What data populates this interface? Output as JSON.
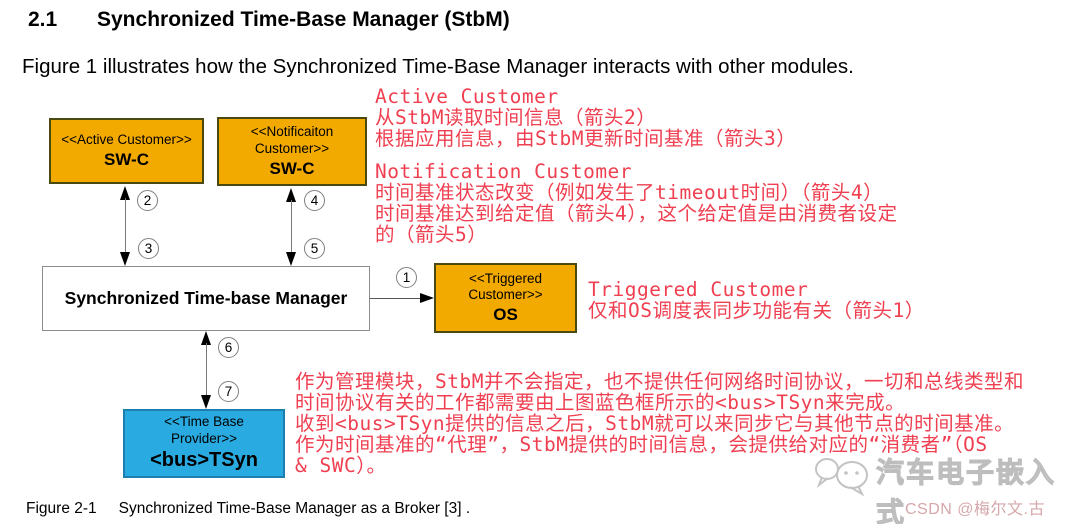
{
  "page": {
    "heading_number": "2.1",
    "heading_title": "Synchronized Time-Base Manager (StbM)",
    "intro": "Figure 1 illustrates how the Synchronized Time-Base Manager interacts with other modules.",
    "caption_label": "Figure 2-1",
    "caption_text": "Synchronized Time-Base Manager as a Broker [3] ."
  },
  "diagram": {
    "colors": {
      "customer_box": "#F2A900",
      "provider_box": "#29ABE2",
      "manager_box": "#FFFFFF",
      "annotation_red": "#EF3F50"
    },
    "boxes": {
      "active_customer": {
        "stereotype": "<<Active Customer>>",
        "name": "SW-C"
      },
      "notification_customer": {
        "stereotype_line1": "<<Notificaiton",
        "stereotype_line2": "Customer>>",
        "name": "SW-C"
      },
      "manager": {
        "name": "Synchronized Time-base Manager"
      },
      "triggered_customer": {
        "stereotype_line1": "<<Triggered",
        "stereotype_line2": "Customer>>",
        "name": "OS"
      },
      "time_base_provider": {
        "stereotype_line1": "<<Time Base",
        "stereotype_line2": "Provider>>",
        "name": "<bus>TSyn"
      }
    },
    "arrow_labels": {
      "a1": "1",
      "a2": "2",
      "a3": "3",
      "a4": "4",
      "a5": "5",
      "a6": "6",
      "a7": "7"
    }
  },
  "annotations": {
    "active": {
      "title": "Active Customer",
      "line1": "从StbM读取时间信息（箭头2）",
      "line2": "根据应用信息，由StbM更新时间基准（箭头3）"
    },
    "notification": {
      "title": "Notification Customer",
      "line1": "时间基准状态改变（例如发生了timeout时间）（箭头4）",
      "line2": "时间基准达到给定值（箭头4），这个给定值是由消费者设定",
      "line3": "的（箭头5）"
    },
    "triggered": {
      "title": "Triggered Customer",
      "line1": "仅和OS调度表同步功能有关（箭头1）"
    },
    "bottom": {
      "line1": "作为管理模块，StbM并不会指定，也不提供任何网络时间协议，一切和总线类型和",
      "line2": "时间协议有关的工作都需要由上图蓝色框所示的<bus>TSyn来完成。",
      "line3": "收到<bus>TSyn提供的信息之后，StbM就可以来同步它与其他节点的时间基准。",
      "line4": "作为时间基准的“代理”，StbM提供的时间信息，会提供给对应的“消费者”（OS",
      "line5": "& SWC）。"
    }
  },
  "watermark": {
    "brand": "汽车电子嵌入式",
    "credit": "CSDN @梅尔文.古"
  }
}
